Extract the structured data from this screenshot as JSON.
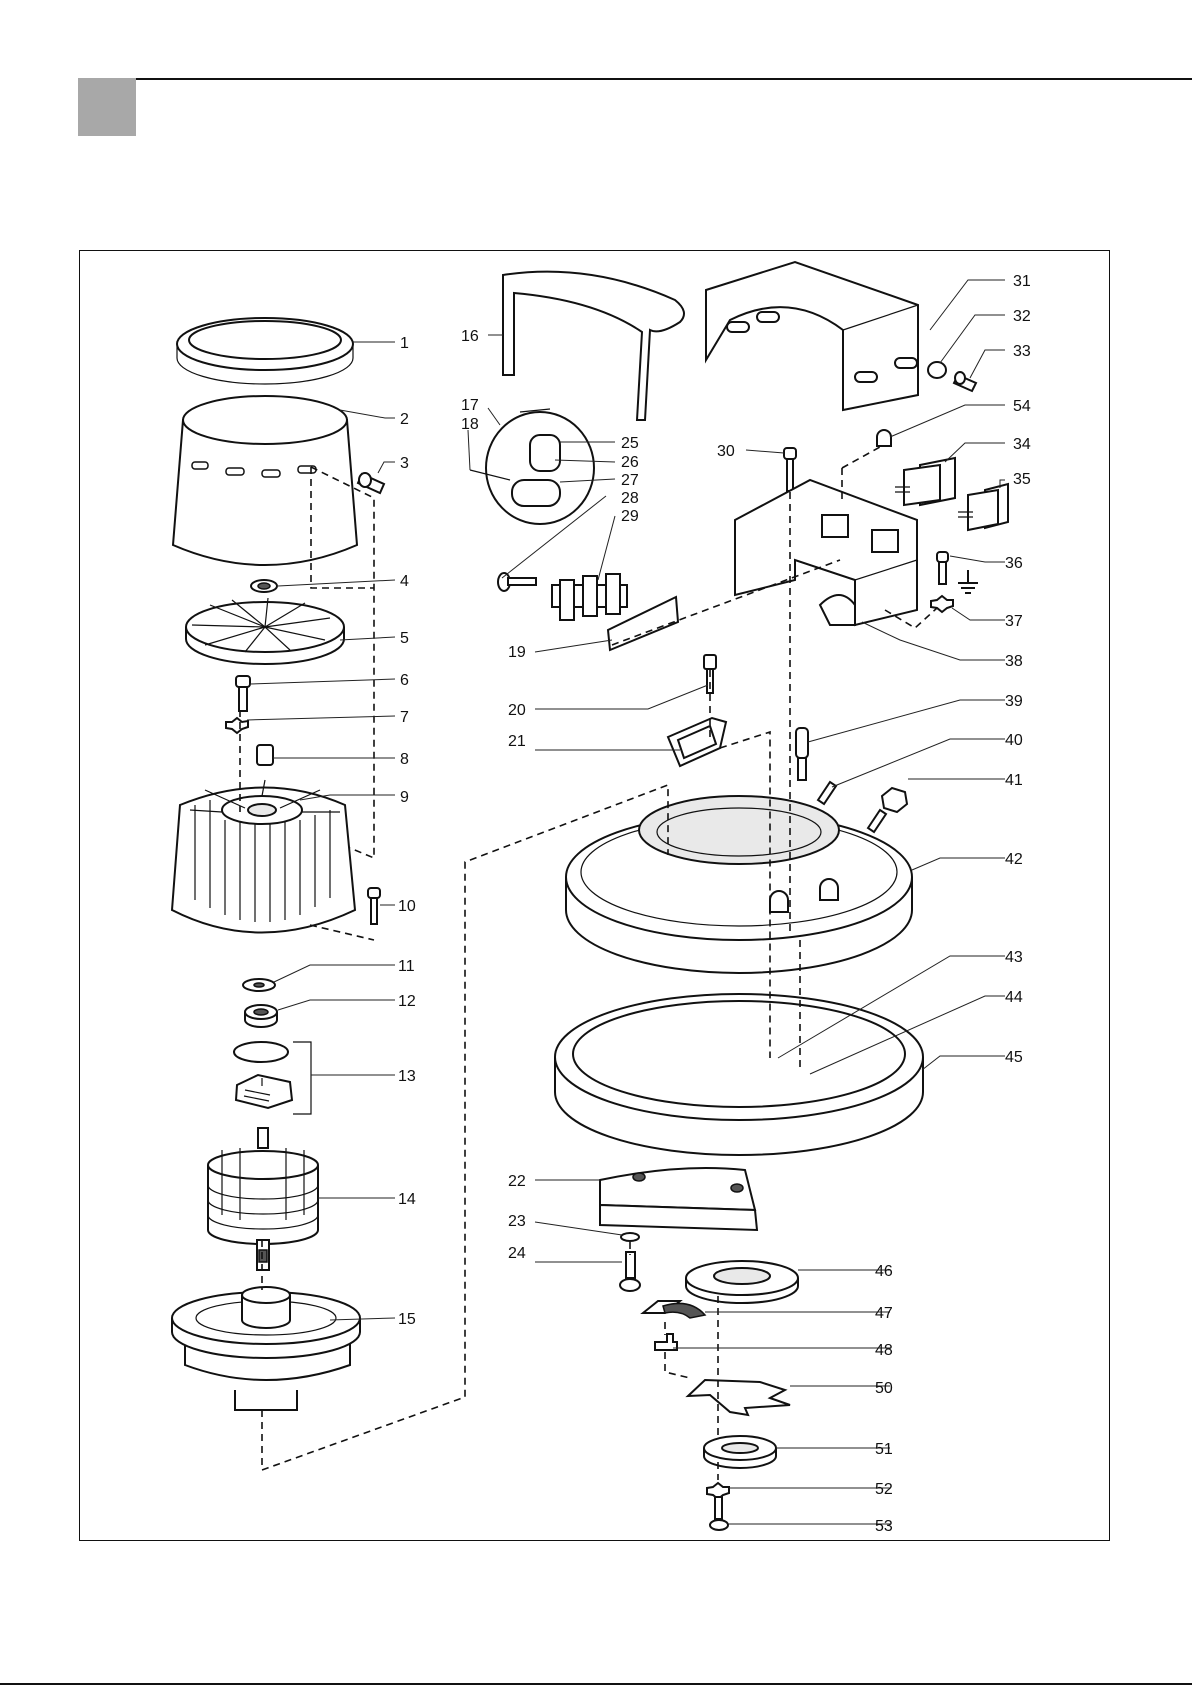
{
  "page": {
    "header_tab_color": "#a8a8a8",
    "line_color": "#111111"
  },
  "diagram": {
    "callouts": [
      "1",
      "2",
      "3",
      "4",
      "5",
      "6",
      "7",
      "8",
      "9",
      "10",
      "11",
      "12",
      "13",
      "14",
      "15",
      "16",
      "17",
      "18",
      "19",
      "20",
      "21",
      "22",
      "23",
      "24",
      "25",
      "26",
      "27",
      "28",
      "29",
      "30",
      "31",
      "32",
      "33",
      "34",
      "35",
      "36",
      "37",
      "38",
      "39",
      "40",
      "41",
      "42",
      "43",
      "44",
      "45",
      "46",
      "47",
      "48",
      "50",
      "51",
      "52",
      "53",
      "54"
    ],
    "symbols": {
      "ground": "ground-symbol"
    }
  }
}
